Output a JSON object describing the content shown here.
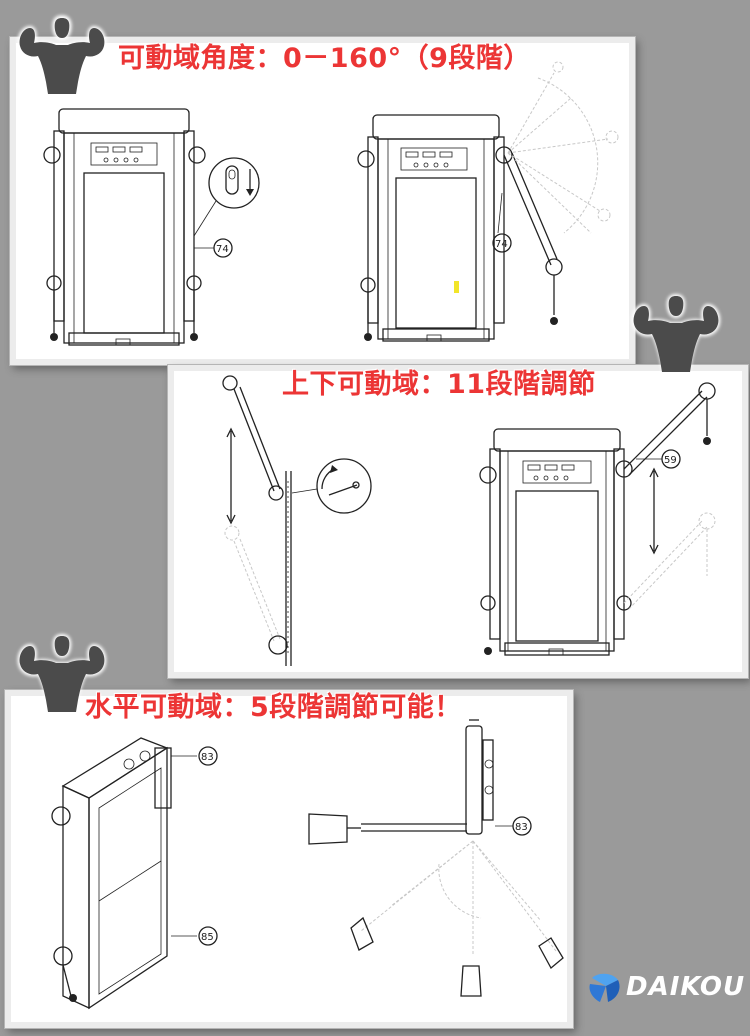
{
  "headings": {
    "range_angle": "可動域角度：0－160°（9段階）",
    "vertical": "上下可動域：11段階調節",
    "horizontal": "水平可動域：5段階調節可能！"
  },
  "callouts": {
    "part_74": "74",
    "part_59": "59",
    "part_83": "83",
    "part_85": "85"
  },
  "brand": {
    "name": "DAIKOU"
  },
  "colors": {
    "heading": "#ec3535",
    "background": "#9a9a9a",
    "logo_blue": "#2f78d6"
  },
  "icons": [
    "muscle-man-icon",
    "daikou-logo-icon"
  ]
}
